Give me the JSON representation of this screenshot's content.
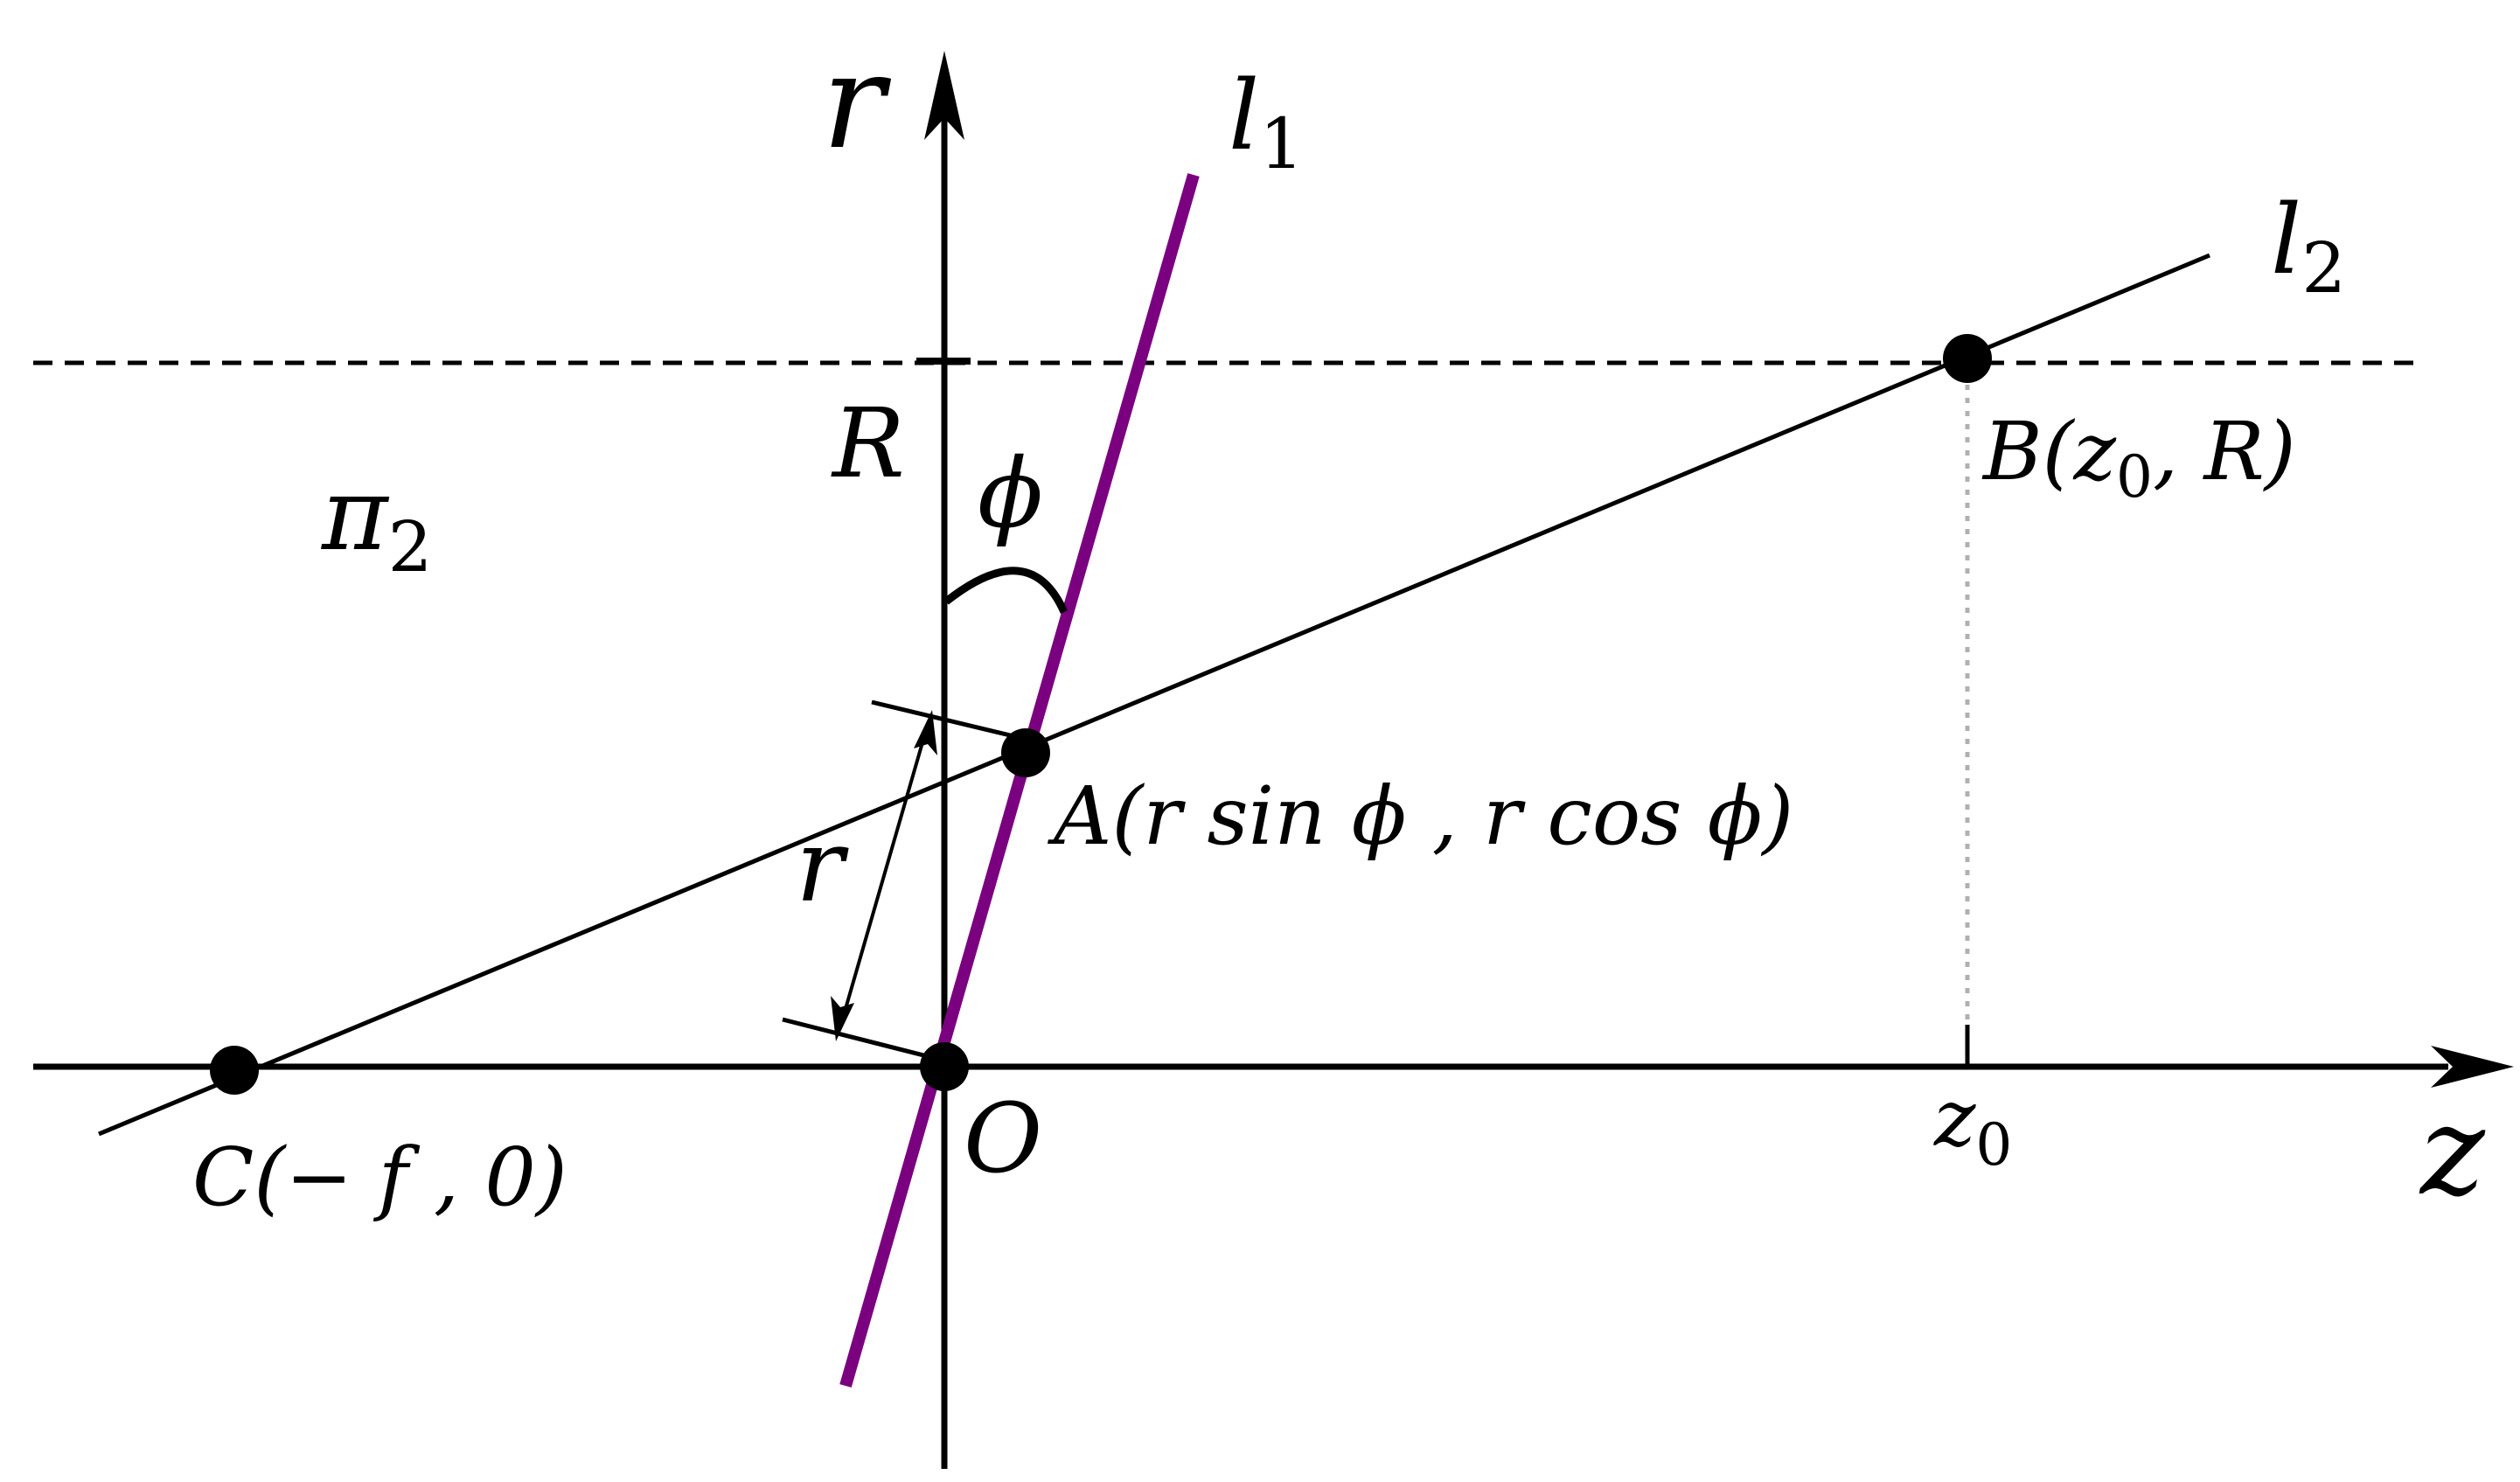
{
  "labels": {
    "axis_r": "r",
    "axis_z": "z",
    "line1": "l",
    "line1_sub": "1",
    "line2": "l",
    "line2_sub": "2",
    "radius": "R",
    "plane": "π",
    "plane_sub": "2",
    "angle": "ϕ",
    "distance": "r",
    "origin": "O",
    "tick_z0": "z",
    "tick_z0_sub": "0",
    "point_A": "A(r sin ϕ , r cos ϕ)",
    "point_B_pre": "B(z",
    "point_B_sub": "0",
    "point_B_post": ", R)",
    "point_C": "C(− f , 0)"
  },
  "colors": {
    "stroke": "#000000",
    "line1": "#7a0080",
    "dotted": "#b0b0b0"
  }
}
